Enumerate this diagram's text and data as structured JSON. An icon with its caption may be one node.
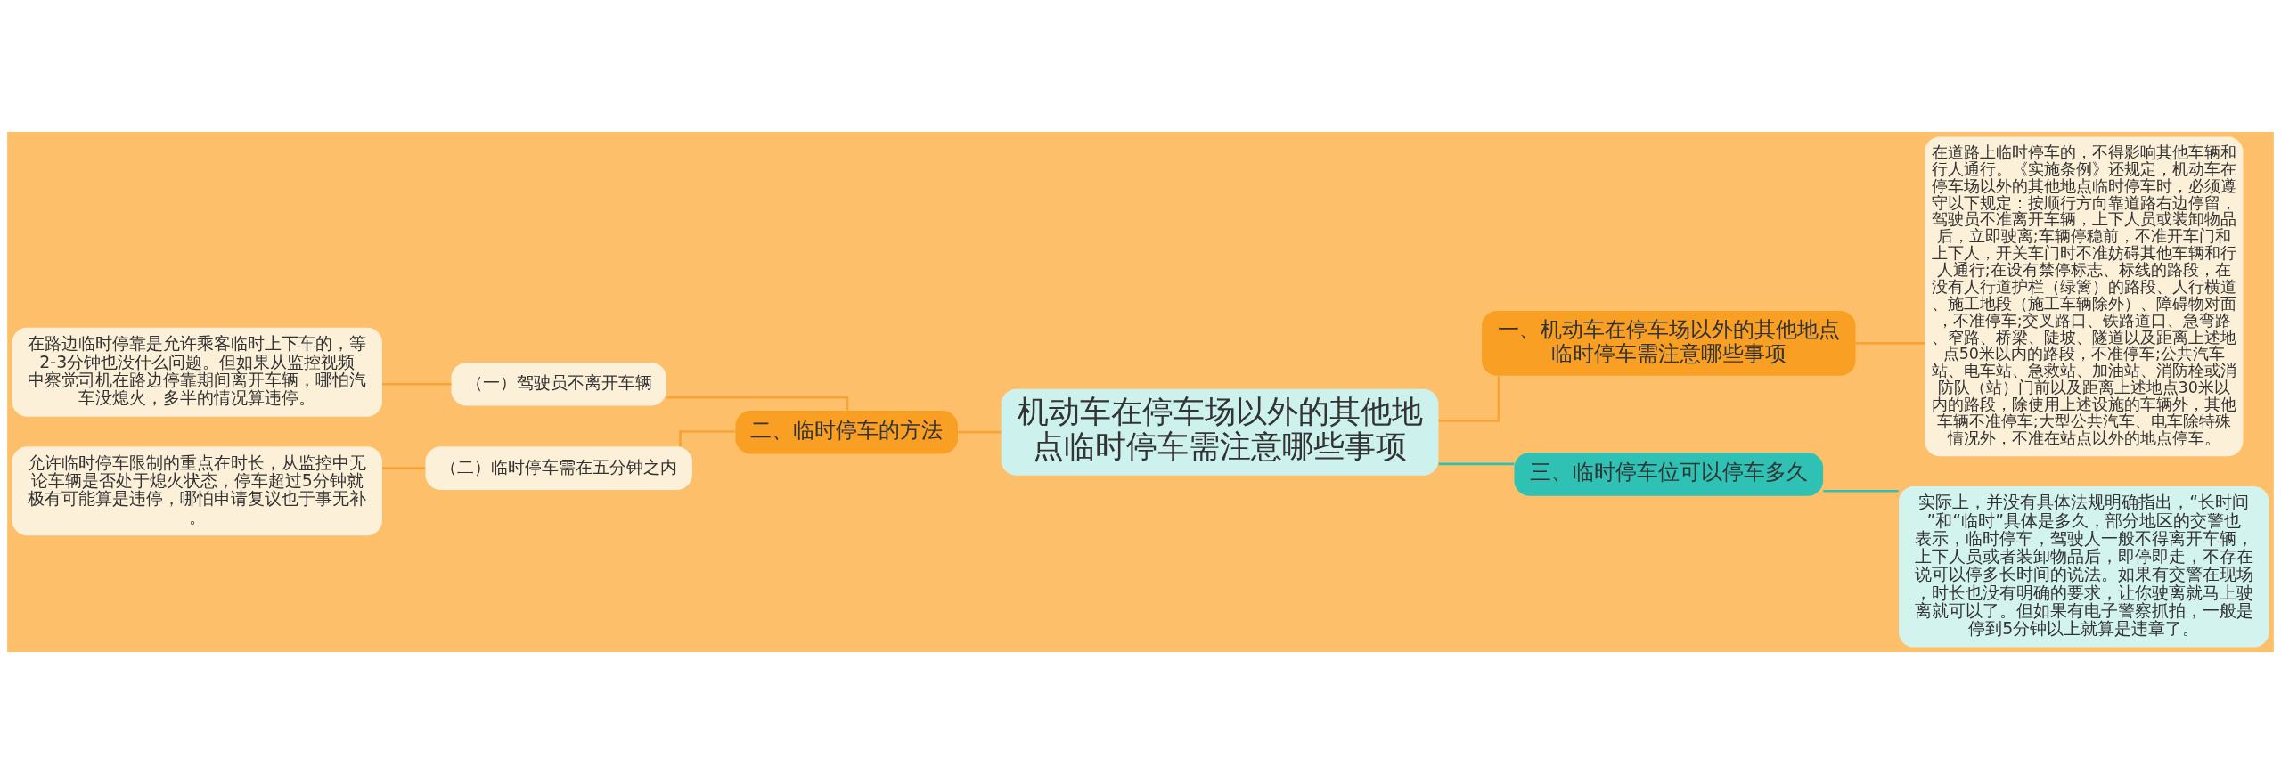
{
  "diagram": {
    "nodes": [
      {
        "text": [
          "机动车在停车场以外的其他地点临时停车需注意哪些事项"
        ]
      },
      {
        "text": [
          "一、机动车在停车场以外的其他地点临时停车需注意哪些事项"
        ]
      },
      {
        "text": [
          "在道路上临时停车的，不得影响其他车辆和行人通行。《实施条例》还规定，机动车在停车场以外的其他地点临时停车时，必须遵守以下规定：按顺行方向靠道路右边停留，驾驶员不准离开车辆，上下人员或装卸物品后，立即驶离;车辆停稳前，不准开车门和上下人，开关车门时不准妨碍其他车辆和行人通行;在设有禁停标志、标线的路段，在没有人行道护栏（绿篱）的路段、人行横道、施工地段（施工车辆除外）、障碍物对面，不准停车;交叉路口、铁路道口、急弯路、窄路、桥梁、陡坡、隧道以及距离上述地点50米以内的路段，不准停车;公共汽车站、电车站、急救站、加油站、消防栓或消防队（站）门前以及距离上述地点30米以内的路段，除使用上述设施的车辆外，其他车辆不准停车;大型公共汽车、电车除特殊情况外，不准在站点以外的地点停车。"
        ]
      },
      {
        "text": [
          "二、临时停车的方法"
        ]
      },
      {
        "text": [
          "（一）驾驶员不离开车辆"
        ]
      },
      {
        "text": [
          "在路边临时停靠是允许乘客临时上下车的，等2-3分钟也没什么问题。但如果从监控视频中察觉司机在路边停靠期间离开车辆，哪怕汽车没熄火，多半的情况算违停。"
        ]
      },
      {
        "text": [
          "（二）临时停车需在五分钟之内"
        ]
      },
      {
        "text": [
          "允许临时停车限制的重点在时长，从监控中无论车辆是否处于熄火状态，停车超过5分钟就极有可能算是违停，哪怕申请复议也于事无补。"
        ]
      },
      {
        "text": [
          "三、临时停车位可以停车多久"
        ]
      },
      {
        "text": [
          "实际上，并没有具体法规明确指出，“长时间”和“临时”具体是多久，部分地区的交警也表示，临时停车，驾驶人一般不得离开车辆，上下人员或者装卸物品后，即停即走，不存在说可以停多长时间的说法。如果有交警在现场，时长也没有明确的要求，让你驶离就马上驶离就可以了。但如果有电子警察抓拍，一般是停到5分钟以上就算是违章了。"
        ]
      }
    ],
    "edges": [
      {
        "from": 0,
        "to": 1,
        "arrow": "none"
      },
      {
        "from": 1,
        "to": 2,
        "arrow": "none"
      },
      {
        "from": 0,
        "to": 3,
        "arrow": "none"
      },
      {
        "from": 3,
        "to": 4,
        "arrow": "none"
      },
      {
        "from": 4,
        "to": 5,
        "arrow": "none"
      },
      {
        "from": 3,
        "to": 6,
        "arrow": "none"
      },
      {
        "from": 6,
        "to": 7,
        "arrow": "none"
      },
      {
        "from": 0,
        "to": 8,
        "arrow": "none",
        "color": "#2fc1b3"
      },
      {
        "from": 8,
        "to": 9,
        "arrow": "none",
        "color": "#2fc1b3"
      }
    ]
  }
}
